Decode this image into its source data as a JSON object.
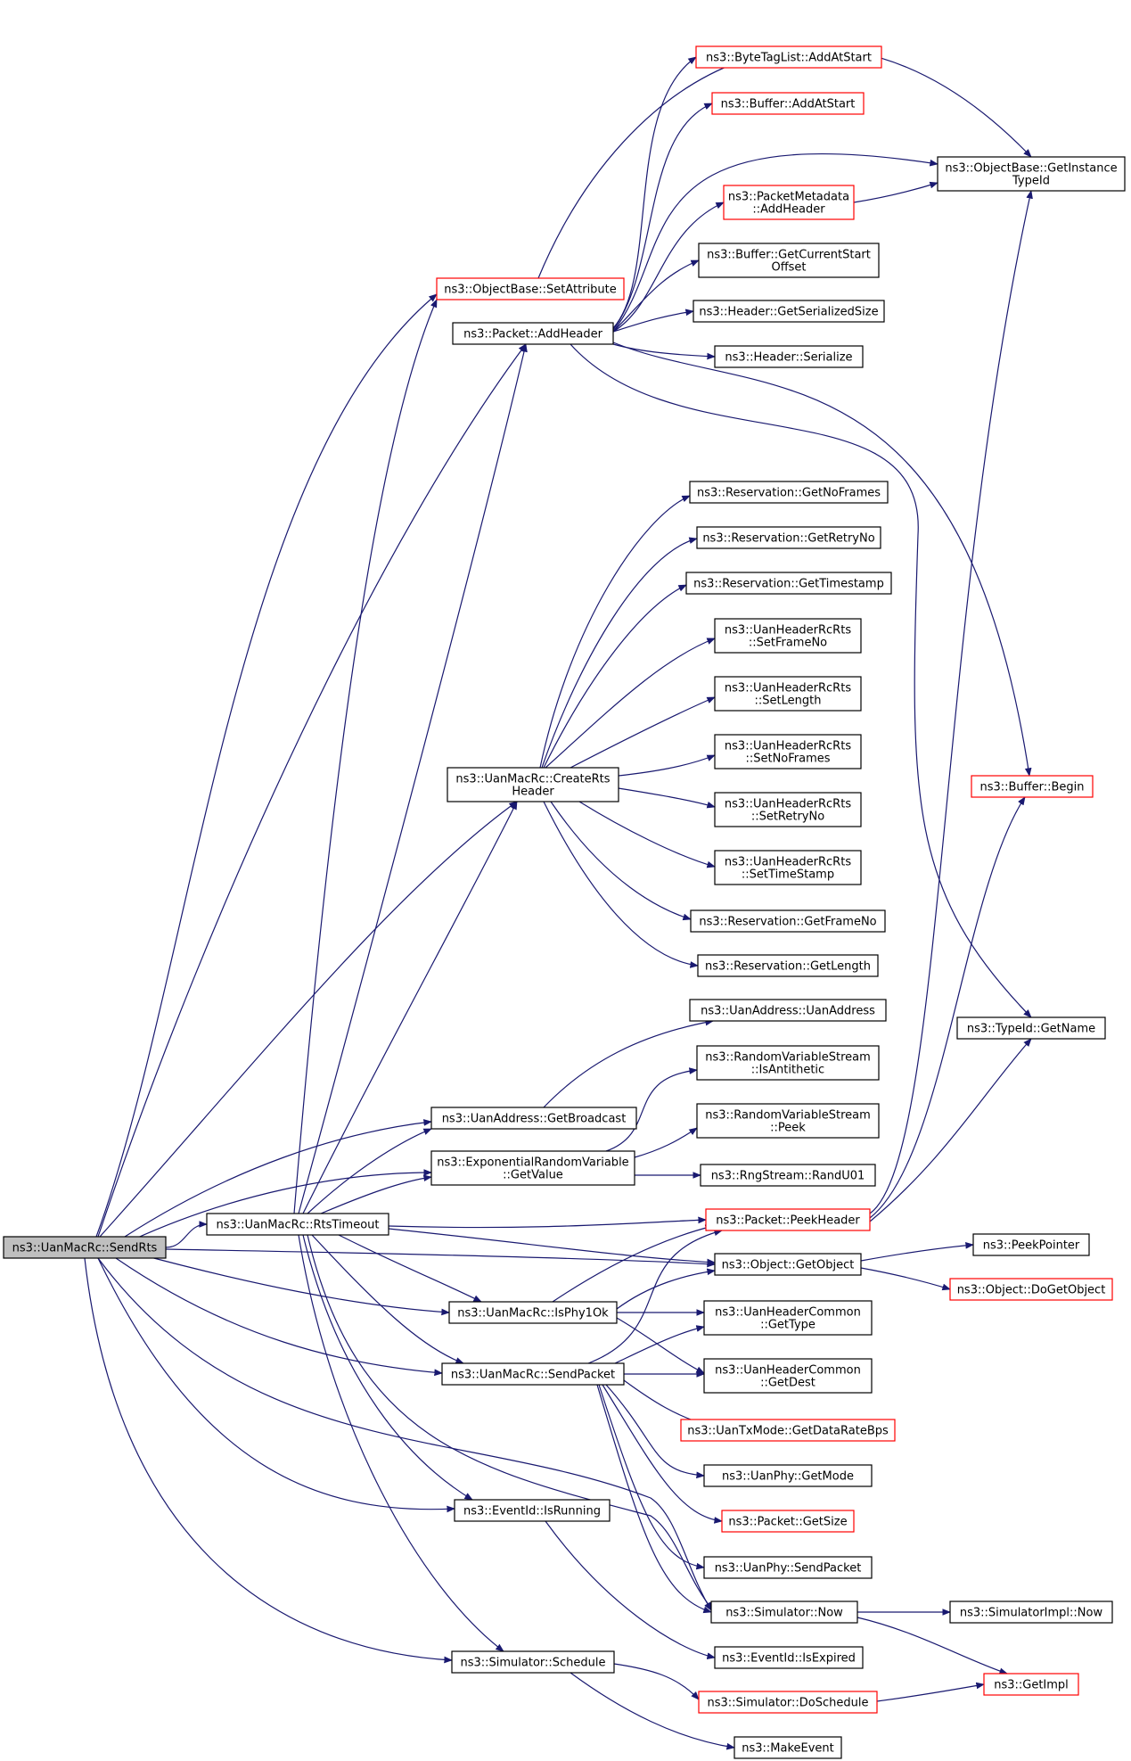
{
  "colors": {
    "edge": "#191970",
    "node_border": "#000000",
    "link_border": "#ff0000",
    "focus_fill": "#bfbfbf",
    "fill": "#ffffff"
  },
  "nodes": [
    {
      "id": "sendrts",
      "lines": [
        "ns3::UanMacRc::SendRts"
      ],
      "style": "focus"
    },
    {
      "id": "rtstimeout",
      "lines": [
        "ns3::UanMacRc::RtsTimeout"
      ],
      "style": "normal"
    },
    {
      "id": "setattribute",
      "lines": [
        "ns3::ObjectBase::SetAttribute"
      ],
      "style": "red"
    },
    {
      "id": "addheader",
      "lines": [
        "ns3::Packet::AddHeader"
      ],
      "style": "normal"
    },
    {
      "id": "createrts",
      "lines": [
        "ns3::UanMacRc::CreateRts",
        "Header"
      ],
      "style": "normal"
    },
    {
      "id": "getbroadcast",
      "lines": [
        "ns3::UanAddress::GetBroadcast"
      ],
      "style": "normal"
    },
    {
      "id": "expgetvalue",
      "lines": [
        "ns3::ExponentialRandomVariable",
        "::GetValue"
      ],
      "style": "normal"
    },
    {
      "id": "isphy1ok",
      "lines": [
        "ns3::UanMacRc::IsPhy1Ok"
      ],
      "style": "normal"
    },
    {
      "id": "sendpacket",
      "lines": [
        "ns3::UanMacRc::SendPacket"
      ],
      "style": "normal"
    },
    {
      "id": "isrunning",
      "lines": [
        "ns3::EventId::IsRunning"
      ],
      "style": "normal"
    },
    {
      "id": "schedule",
      "lines": [
        "ns3::Simulator::Schedule"
      ],
      "style": "normal"
    },
    {
      "id": "bytetag",
      "lines": [
        "ns3::ByteTagList::AddAtStart"
      ],
      "style": "red"
    },
    {
      "id": "bufaddatstart",
      "lines": [
        "ns3::Buffer::AddAtStart"
      ],
      "style": "red"
    },
    {
      "id": "pmaddheader",
      "lines": [
        "ns3::PacketMetadata",
        "::AddHeader"
      ],
      "style": "red"
    },
    {
      "id": "getcurstart",
      "lines": [
        "ns3::Buffer::GetCurrentStart",
        "Offset"
      ],
      "style": "normal"
    },
    {
      "id": "getsersize",
      "lines": [
        "ns3::Header::GetSerializedSize"
      ],
      "style": "normal"
    },
    {
      "id": "serialize",
      "lines": [
        "ns3::Header::Serialize"
      ],
      "style": "normal"
    },
    {
      "id": "getnoframes",
      "lines": [
        "ns3::Reservation::GetNoFrames"
      ],
      "style": "normal"
    },
    {
      "id": "getretryno",
      "lines": [
        "ns3::Reservation::GetRetryNo"
      ],
      "style": "normal"
    },
    {
      "id": "gettimestamp",
      "lines": [
        "ns3::Reservation::GetTimestamp"
      ],
      "style": "normal"
    },
    {
      "id": "setframeno",
      "lines": [
        "ns3::UanHeaderRcRts",
        "::SetFrameNo"
      ],
      "style": "normal"
    },
    {
      "id": "setlength",
      "lines": [
        "ns3::UanHeaderRcRts",
        "::SetLength"
      ],
      "style": "normal"
    },
    {
      "id": "setnoframes",
      "lines": [
        "ns3::UanHeaderRcRts",
        "::SetNoFrames"
      ],
      "style": "normal"
    },
    {
      "id": "setretryno",
      "lines": [
        "ns3::UanHeaderRcRts",
        "::SetRetryNo"
      ],
      "style": "normal"
    },
    {
      "id": "settimestamp",
      "lines": [
        "ns3::UanHeaderRcRts",
        "::SetTimeStamp"
      ],
      "style": "normal"
    },
    {
      "id": "getframeno",
      "lines": [
        "ns3::Reservation::GetFrameNo"
      ],
      "style": "normal"
    },
    {
      "id": "getlength",
      "lines": [
        "ns3::Reservation::GetLength"
      ],
      "style": "normal"
    },
    {
      "id": "uanaddress",
      "lines": [
        "ns3::UanAddress::UanAddress"
      ],
      "style": "normal"
    },
    {
      "id": "isantithetic",
      "lines": [
        "ns3::RandomVariableStream",
        "::IsAntithetic"
      ],
      "style": "normal"
    },
    {
      "id": "peek",
      "lines": [
        "ns3::RandomVariableStream",
        "::Peek"
      ],
      "style": "normal"
    },
    {
      "id": "randu01",
      "lines": [
        "ns3::RngStream::RandU01"
      ],
      "style": "normal"
    },
    {
      "id": "peekheader",
      "lines": [
        "ns3::Packet::PeekHeader"
      ],
      "style": "red"
    },
    {
      "id": "getobject",
      "lines": [
        "ns3::Object::GetObject"
      ],
      "style": "normal"
    },
    {
      "id": "hcgettype",
      "lines": [
        "ns3::UanHeaderCommon",
        "::GetType"
      ],
      "style": "normal"
    },
    {
      "id": "hcgetdest",
      "lines": [
        "ns3::UanHeaderCommon",
        "::GetDest"
      ],
      "style": "normal"
    },
    {
      "id": "getdataratebps",
      "lines": [
        "ns3::UanTxMode::GetDataRateBps"
      ],
      "style": "red"
    },
    {
      "id": "phygetmode",
      "lines": [
        "ns3::UanPhy::GetMode"
      ],
      "style": "normal"
    },
    {
      "id": "pktgetsize",
      "lines": [
        "ns3::Packet::GetSize"
      ],
      "style": "red"
    },
    {
      "id": "physendpacket",
      "lines": [
        "ns3::UanPhy::SendPacket"
      ],
      "style": "normal"
    },
    {
      "id": "simnow",
      "lines": [
        "ns3::Simulator::Now"
      ],
      "style": "normal"
    },
    {
      "id": "isexpired",
      "lines": [
        "ns3::EventId::IsExpired"
      ],
      "style": "normal"
    },
    {
      "id": "doschedule",
      "lines": [
        "ns3::Simulator::DoSchedule"
      ],
      "style": "red"
    },
    {
      "id": "makeevent",
      "lines": [
        "ns3::MakeEvent"
      ],
      "style": "normal"
    },
    {
      "id": "getinstancetypeid",
      "lines": [
        "ns3::ObjectBase::GetInstance",
        "TypeId"
      ],
      "style": "normal"
    },
    {
      "id": "bufbegin",
      "lines": [
        "ns3::Buffer::Begin"
      ],
      "style": "red"
    },
    {
      "id": "typeidgetname",
      "lines": [
        "ns3::TypeId::GetName"
      ],
      "style": "normal"
    },
    {
      "id": "peekpointer",
      "lines": [
        "ns3::PeekPointer"
      ],
      "style": "normal"
    },
    {
      "id": "dogetobject",
      "lines": [
        "ns3::Object::DoGetObject"
      ],
      "style": "red"
    },
    {
      "id": "simimplnow",
      "lines": [
        "ns3::SimulatorImpl::Now"
      ],
      "style": "normal"
    },
    {
      "id": "getimpl",
      "lines": [
        "ns3::GetImpl"
      ],
      "style": "red"
    }
  ]
}
